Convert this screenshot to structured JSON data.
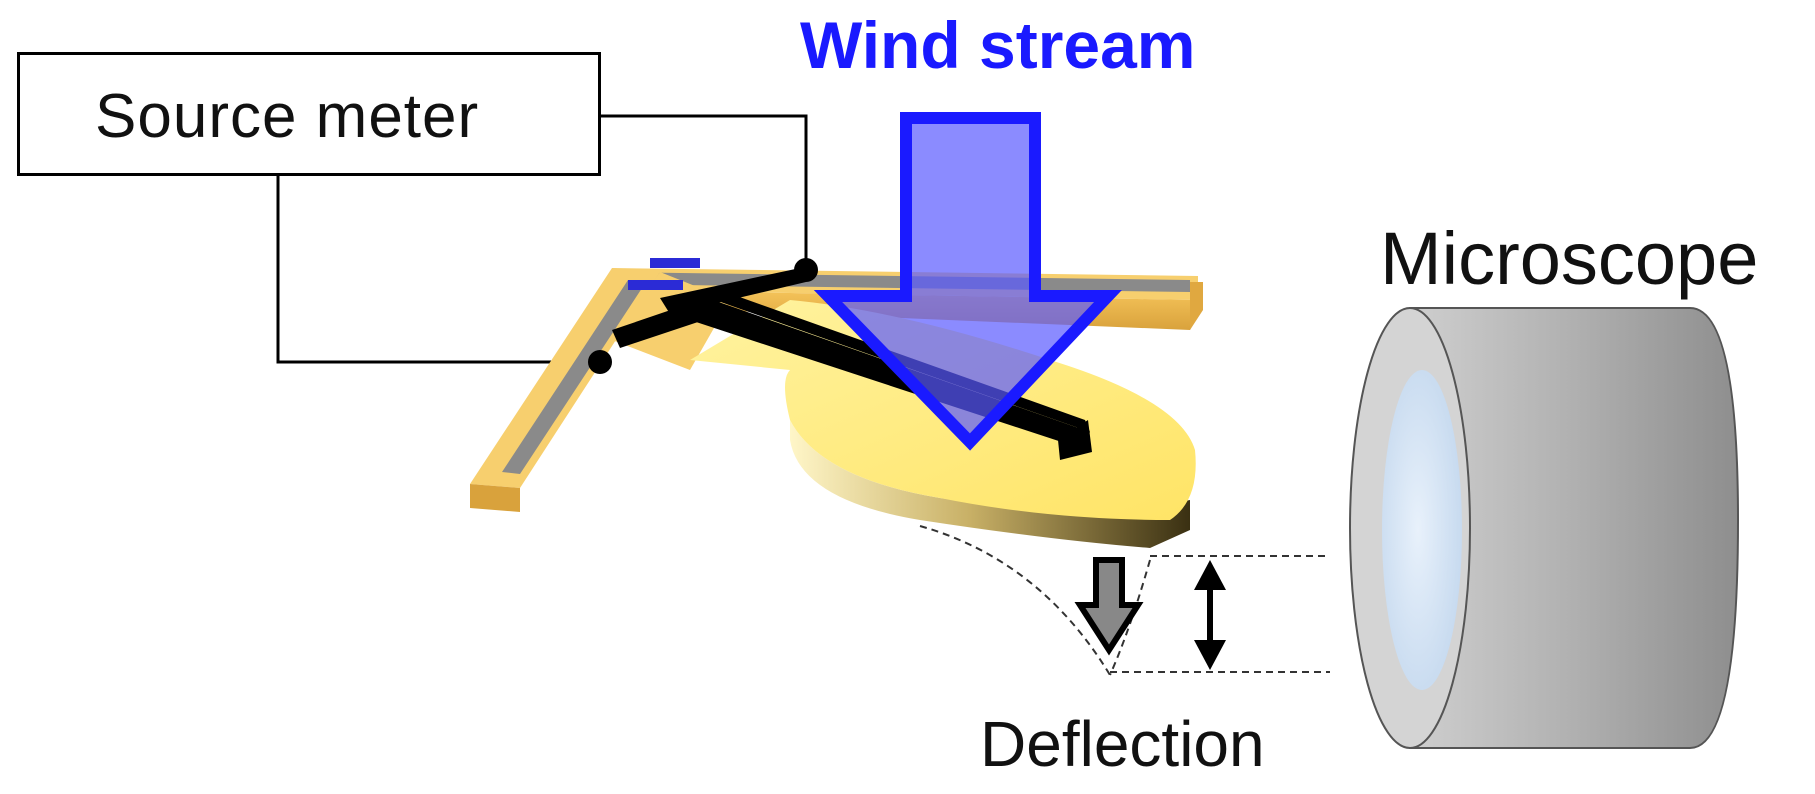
{
  "labels": {
    "source_meter": "Source meter",
    "wind_stream": "Wind stream",
    "microscope": "Microscope",
    "deflection": "Deflection"
  },
  "colors": {
    "wind_arrow": "#1a1aff",
    "wind_fill": "#6b6bff",
    "leaf_yellow": "#ffe87a",
    "frame_gold": "#f0c060",
    "electrode_gray": "#8a8a8a",
    "wire_black": "#000000",
    "lens_blue": "#d6e6f7",
    "lens_gray": "#a8a8a8"
  }
}
